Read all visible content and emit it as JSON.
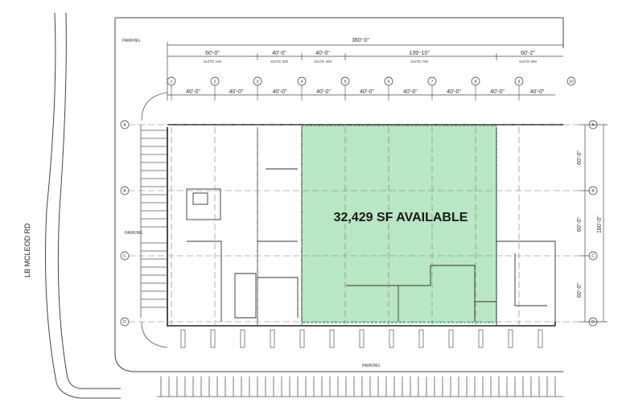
{
  "road_label": "LB MCLEOD RD",
  "parking_labels": {
    "top": "PARKING",
    "left": "PARKING",
    "bottom": "PARKING"
  },
  "overall_dimension": "360'-0\"",
  "suites": [
    {
      "width": "60'-0\"",
      "name": "SUITE 100"
    },
    {
      "width": "40'-0\"",
      "name": "SUITE 300"
    },
    {
      "width": "40'-0\"",
      "name": "SUITE 400"
    },
    {
      "width": "139'-10\"",
      "name": "SUITE 700"
    },
    {
      "width": "60'-2\"",
      "name": "SUITE 800"
    }
  ],
  "column_lines": [
    "1",
    "2",
    "3",
    "4",
    "5",
    "6",
    "7",
    "8",
    "9",
    "10"
  ],
  "bay_dimensions": [
    "40'-0\"",
    "40'-0\"",
    "40'-0\"",
    "40'-0\"",
    "40'-0\"",
    "40'-0\"",
    "40'-0\"",
    "40'-0\"",
    "40'-0\""
  ],
  "row_lines": [
    "A",
    "B",
    "C",
    "D"
  ],
  "right_dimensions": {
    "rows": [
      "60'-0\"",
      "60'-0\"",
      "60'-0\""
    ],
    "overall": "180'-0\""
  },
  "available_label": "32,429 SF AVAILABLE",
  "colors": {
    "available_fill": "#a8e0b4",
    "available_border": "#3aa55a",
    "line": "#333333"
  }
}
